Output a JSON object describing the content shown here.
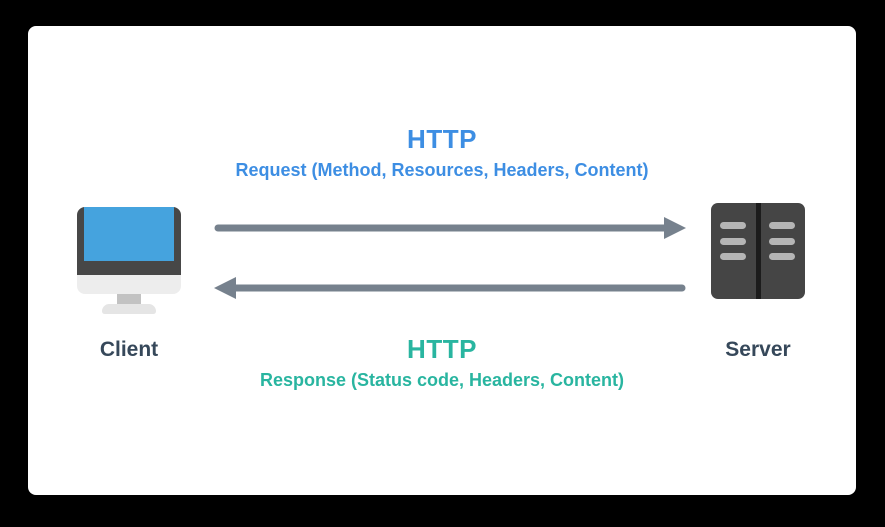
{
  "scene": {
    "request": {
      "protocol": "HTTP",
      "detail": "Request (Method, Resources, Headers, Content)",
      "color": "#3D8EE3"
    },
    "response": {
      "protocol": "HTTP",
      "detail": "Response (Status code, Headers, Content)",
      "color": "#29B5A0"
    },
    "client": {
      "label": "Client"
    },
    "server": {
      "label": "Server"
    },
    "colors": {
      "arrow": "#76818D",
      "device_label_text": "#36485A",
      "monitor_frame": "#474747",
      "monitor_screen": "#45A3DE",
      "server_body": "#454545",
      "server_slot": "#B5B5B5",
      "card_background": "#FFFFFF",
      "page_background": "#000000"
    }
  }
}
